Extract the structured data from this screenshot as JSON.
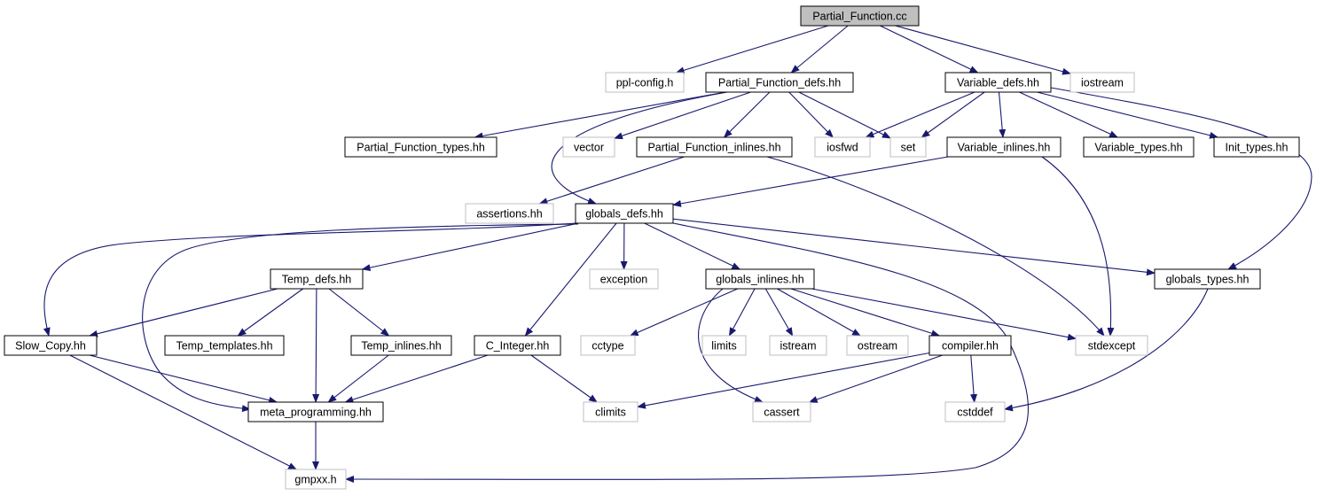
{
  "colors": {
    "edge": "#191970",
    "node_border": "#000000",
    "external_border": "#bfbfbf",
    "root_fill": "#bfbfbf",
    "node_fill": "#ffffff",
    "text": "#000000"
  },
  "nodes": {
    "partial_function_cc": {
      "label": "Partial_Function.cc",
      "kind": "root"
    },
    "ppl_config_h": {
      "label": "ppl-config.h",
      "kind": "external"
    },
    "partial_function_defs_hh": {
      "label": "Partial_Function_defs.hh",
      "kind": "file"
    },
    "variable_defs_hh": {
      "label": "Variable_defs.hh",
      "kind": "file"
    },
    "iostream": {
      "label": "iostream",
      "kind": "external"
    },
    "partial_function_types_hh": {
      "label": "Partial_Function_types.hh",
      "kind": "file"
    },
    "vector": {
      "label": "vector",
      "kind": "external"
    },
    "partial_function_inlines_hh": {
      "label": "Partial_Function_inlines.hh",
      "kind": "file"
    },
    "iosfwd": {
      "label": "iosfwd",
      "kind": "external"
    },
    "set": {
      "label": "set",
      "kind": "external"
    },
    "variable_inlines_hh": {
      "label": "Variable_inlines.hh",
      "kind": "file"
    },
    "variable_types_hh": {
      "label": "Variable_types.hh",
      "kind": "file"
    },
    "init_types_hh": {
      "label": "Init_types.hh",
      "kind": "file"
    },
    "assertions_hh": {
      "label": "assertions.hh",
      "kind": "external"
    },
    "globals_defs_hh": {
      "label": "globals_defs.hh",
      "kind": "file"
    },
    "temp_defs_hh": {
      "label": "Temp_defs.hh",
      "kind": "file"
    },
    "exception": {
      "label": "exception",
      "kind": "external"
    },
    "globals_inlines_hh": {
      "label": "globals_inlines.hh",
      "kind": "file"
    },
    "globals_types_hh": {
      "label": "globals_types.hh",
      "kind": "file"
    },
    "slow_copy_hh": {
      "label": "Slow_Copy.hh",
      "kind": "file"
    },
    "temp_templates_hh": {
      "label": "Temp_templates.hh",
      "kind": "file"
    },
    "temp_inlines_hh": {
      "label": "Temp_inlines.hh",
      "kind": "file"
    },
    "c_integer_hh": {
      "label": "C_Integer.hh",
      "kind": "file"
    },
    "cctype": {
      "label": "cctype",
      "kind": "external"
    },
    "limits": {
      "label": "limits",
      "kind": "external"
    },
    "istream": {
      "label": "istream",
      "kind": "external"
    },
    "ostream": {
      "label": "ostream",
      "kind": "external"
    },
    "compiler_hh": {
      "label": "compiler.hh",
      "kind": "file"
    },
    "stdexcept": {
      "label": "stdexcept",
      "kind": "external"
    },
    "meta_programming_hh": {
      "label": "meta_programming.hh",
      "kind": "file"
    },
    "climits": {
      "label": "climits",
      "kind": "external"
    },
    "cassert": {
      "label": "cassert",
      "kind": "external"
    },
    "cstddef": {
      "label": "cstddef",
      "kind": "external"
    },
    "gmpxx_h": {
      "label": "gmpxx.h",
      "kind": "external"
    }
  },
  "edges": [
    [
      "partial_function_cc",
      "ppl_config_h"
    ],
    [
      "partial_function_cc",
      "partial_function_defs_hh"
    ],
    [
      "partial_function_cc",
      "variable_defs_hh"
    ],
    [
      "partial_function_cc",
      "iostream"
    ],
    [
      "partial_function_defs_hh",
      "partial_function_types_hh"
    ],
    [
      "partial_function_defs_hh",
      "vector"
    ],
    [
      "partial_function_defs_hh",
      "partial_function_inlines_hh"
    ],
    [
      "partial_function_defs_hh",
      "iosfwd"
    ],
    [
      "partial_function_defs_hh",
      "set"
    ],
    [
      "partial_function_defs_hh",
      "globals_defs_hh"
    ],
    [
      "variable_defs_hh",
      "iosfwd"
    ],
    [
      "variable_defs_hh",
      "set"
    ],
    [
      "variable_defs_hh",
      "variable_inlines_hh"
    ],
    [
      "variable_defs_hh",
      "variable_types_hh"
    ],
    [
      "variable_defs_hh",
      "init_types_hh"
    ],
    [
      "variable_defs_hh",
      "globals_types_hh"
    ],
    [
      "partial_function_inlines_hh",
      "assertions_hh"
    ],
    [
      "partial_function_inlines_hh",
      "stdexcept"
    ],
    [
      "variable_inlines_hh",
      "globals_defs_hh"
    ],
    [
      "variable_inlines_hh",
      "stdexcept"
    ],
    [
      "globals_defs_hh",
      "slow_copy_hh"
    ],
    [
      "globals_defs_hh",
      "meta_programming_hh"
    ],
    [
      "globals_defs_hh",
      "temp_defs_hh"
    ],
    [
      "globals_defs_hh",
      "c_integer_hh"
    ],
    [
      "globals_defs_hh",
      "exception"
    ],
    [
      "globals_defs_hh",
      "globals_inlines_hh"
    ],
    [
      "globals_defs_hh",
      "globals_types_hh"
    ],
    [
      "globals_defs_hh",
      "gmpxx_h"
    ],
    [
      "temp_defs_hh",
      "slow_copy_hh"
    ],
    [
      "temp_defs_hh",
      "temp_templates_hh"
    ],
    [
      "temp_defs_hh",
      "meta_programming_hh"
    ],
    [
      "temp_defs_hh",
      "temp_inlines_hh"
    ],
    [
      "globals_inlines_hh",
      "cctype"
    ],
    [
      "globals_inlines_hh",
      "limits"
    ],
    [
      "globals_inlines_hh",
      "istream"
    ],
    [
      "globals_inlines_hh",
      "ostream"
    ],
    [
      "globals_inlines_hh",
      "compiler_hh"
    ],
    [
      "globals_inlines_hh",
      "stdexcept"
    ],
    [
      "globals_inlines_hh",
      "cassert"
    ],
    [
      "globals_types_hh",
      "cstddef"
    ],
    [
      "slow_copy_hh",
      "meta_programming_hh"
    ],
    [
      "slow_copy_hh",
      "gmpxx_h"
    ],
    [
      "temp_inlines_hh",
      "meta_programming_hh"
    ],
    [
      "c_integer_hh",
      "meta_programming_hh"
    ],
    [
      "c_integer_hh",
      "climits"
    ],
    [
      "compiler_hh",
      "climits"
    ],
    [
      "compiler_hh",
      "cassert"
    ],
    [
      "compiler_hh",
      "cstddef"
    ],
    [
      "meta_programming_hh",
      "gmpxx_h"
    ]
  ]
}
